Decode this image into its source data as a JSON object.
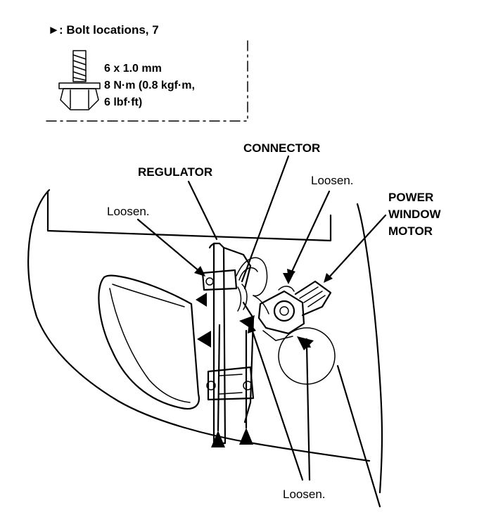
{
  "legend": {
    "marker_symbol": "►",
    "bolt_locations": ": Bolt locations, 7",
    "spec_size": "6 x 1.0 mm",
    "spec_torque_1": "8 N·m (0.8 kgf·m,",
    "spec_torque_2": "6 lbf·ft)"
  },
  "labels": {
    "connector": "CONNECTOR",
    "regulator": "REGULATOR",
    "loosen_left": "Loosen.",
    "loosen_right": "Loosen.",
    "loosen_bottom": "Loosen.",
    "power_window_motor_1": "POWER",
    "power_window_motor_2": "WINDOW",
    "power_window_motor_3": "MOTOR"
  }
}
